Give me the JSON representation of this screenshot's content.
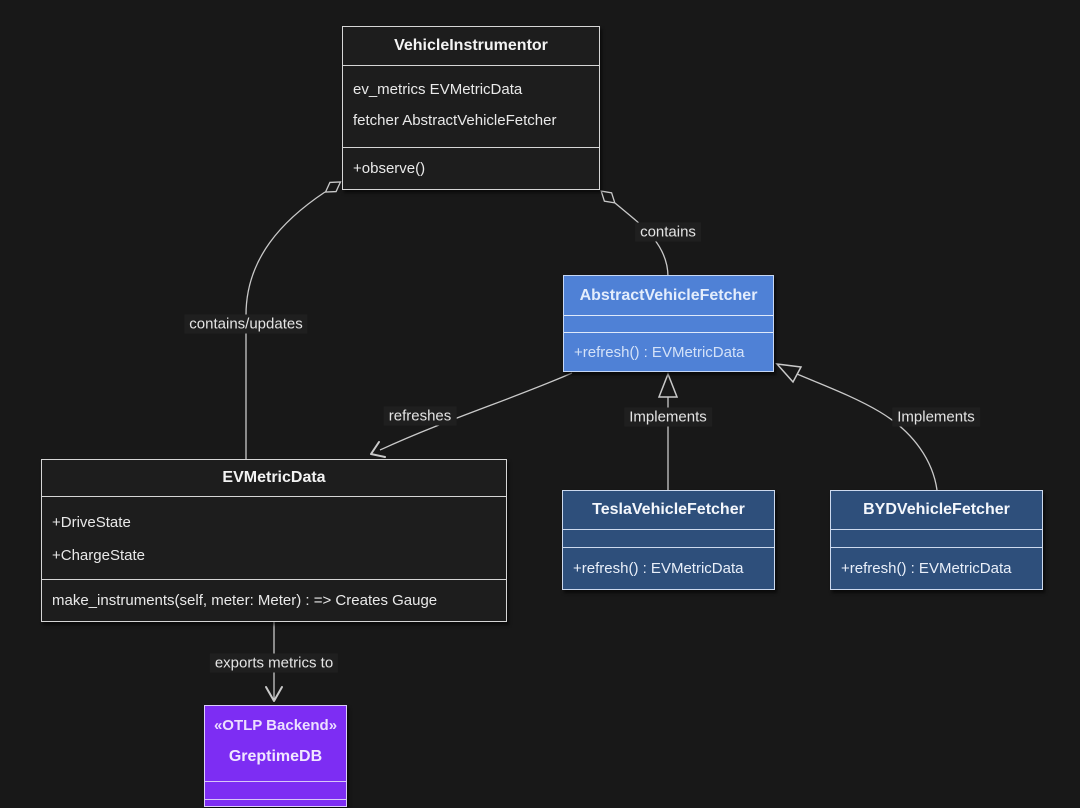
{
  "canvas": {
    "background": "#181818",
    "edge_color": "#c9c9c9",
    "accent_light_blue": "#4f81d6",
    "accent_navy": "#2e4f7b",
    "accent_purple": "#7d2df3"
  },
  "classes": {
    "vehicle_instrumentor": {
      "title": "VehicleInstrumentor",
      "attributes": [
        "ev_metrics EVMetricData",
        "fetcher AbstractVehicleFetcher"
      ],
      "methods": [
        "+observe()"
      ]
    },
    "abstract_vehicle_fetcher": {
      "title": "AbstractVehicleFetcher",
      "attributes": [],
      "methods": [
        "+refresh() : EVMetricData"
      ]
    },
    "ev_metric_data": {
      "title": "EVMetricData",
      "attributes": [
        "+DriveState",
        "+ChargeState"
      ],
      "methods": [
        "make_instruments(self, meter: Meter) : => Creates Gauge"
      ]
    },
    "tesla_vehicle_fetcher": {
      "title": "TeslaVehicleFetcher",
      "attributes": [],
      "methods": [
        "+refresh() : EVMetricData"
      ]
    },
    "byd_vehicle_fetcher": {
      "title": "BYDVehicleFetcher",
      "attributes": [],
      "methods": [
        "+refresh() : EVMetricData"
      ]
    },
    "greptime_db": {
      "stereotype": "«OTLP Backend»",
      "title": "GreptimeDB",
      "attributes": [],
      "methods": []
    }
  },
  "edges": {
    "contains_updates": {
      "label": "contains/updates",
      "from": "VehicleInstrumentor",
      "to": "EVMetricData",
      "relation": "aggregation"
    },
    "contains": {
      "label": "contains",
      "from": "VehicleInstrumentor",
      "to": "AbstractVehicleFetcher",
      "relation": "aggregation"
    },
    "refreshes": {
      "label": "refreshes",
      "from": "AbstractVehicleFetcher",
      "to": "EVMetricData",
      "relation": "dependency"
    },
    "tesla_implements": {
      "label": "Implements",
      "from": "TeslaVehicleFetcher",
      "to": "AbstractVehicleFetcher",
      "relation": "realization"
    },
    "byd_implements": {
      "label": "Implements",
      "from": "BYDVehicleFetcher",
      "to": "AbstractVehicleFetcher",
      "relation": "realization"
    },
    "exports": {
      "label": "exports metrics to",
      "from": "EVMetricData",
      "to": "GreptimeDB",
      "relation": "dependency"
    }
  }
}
